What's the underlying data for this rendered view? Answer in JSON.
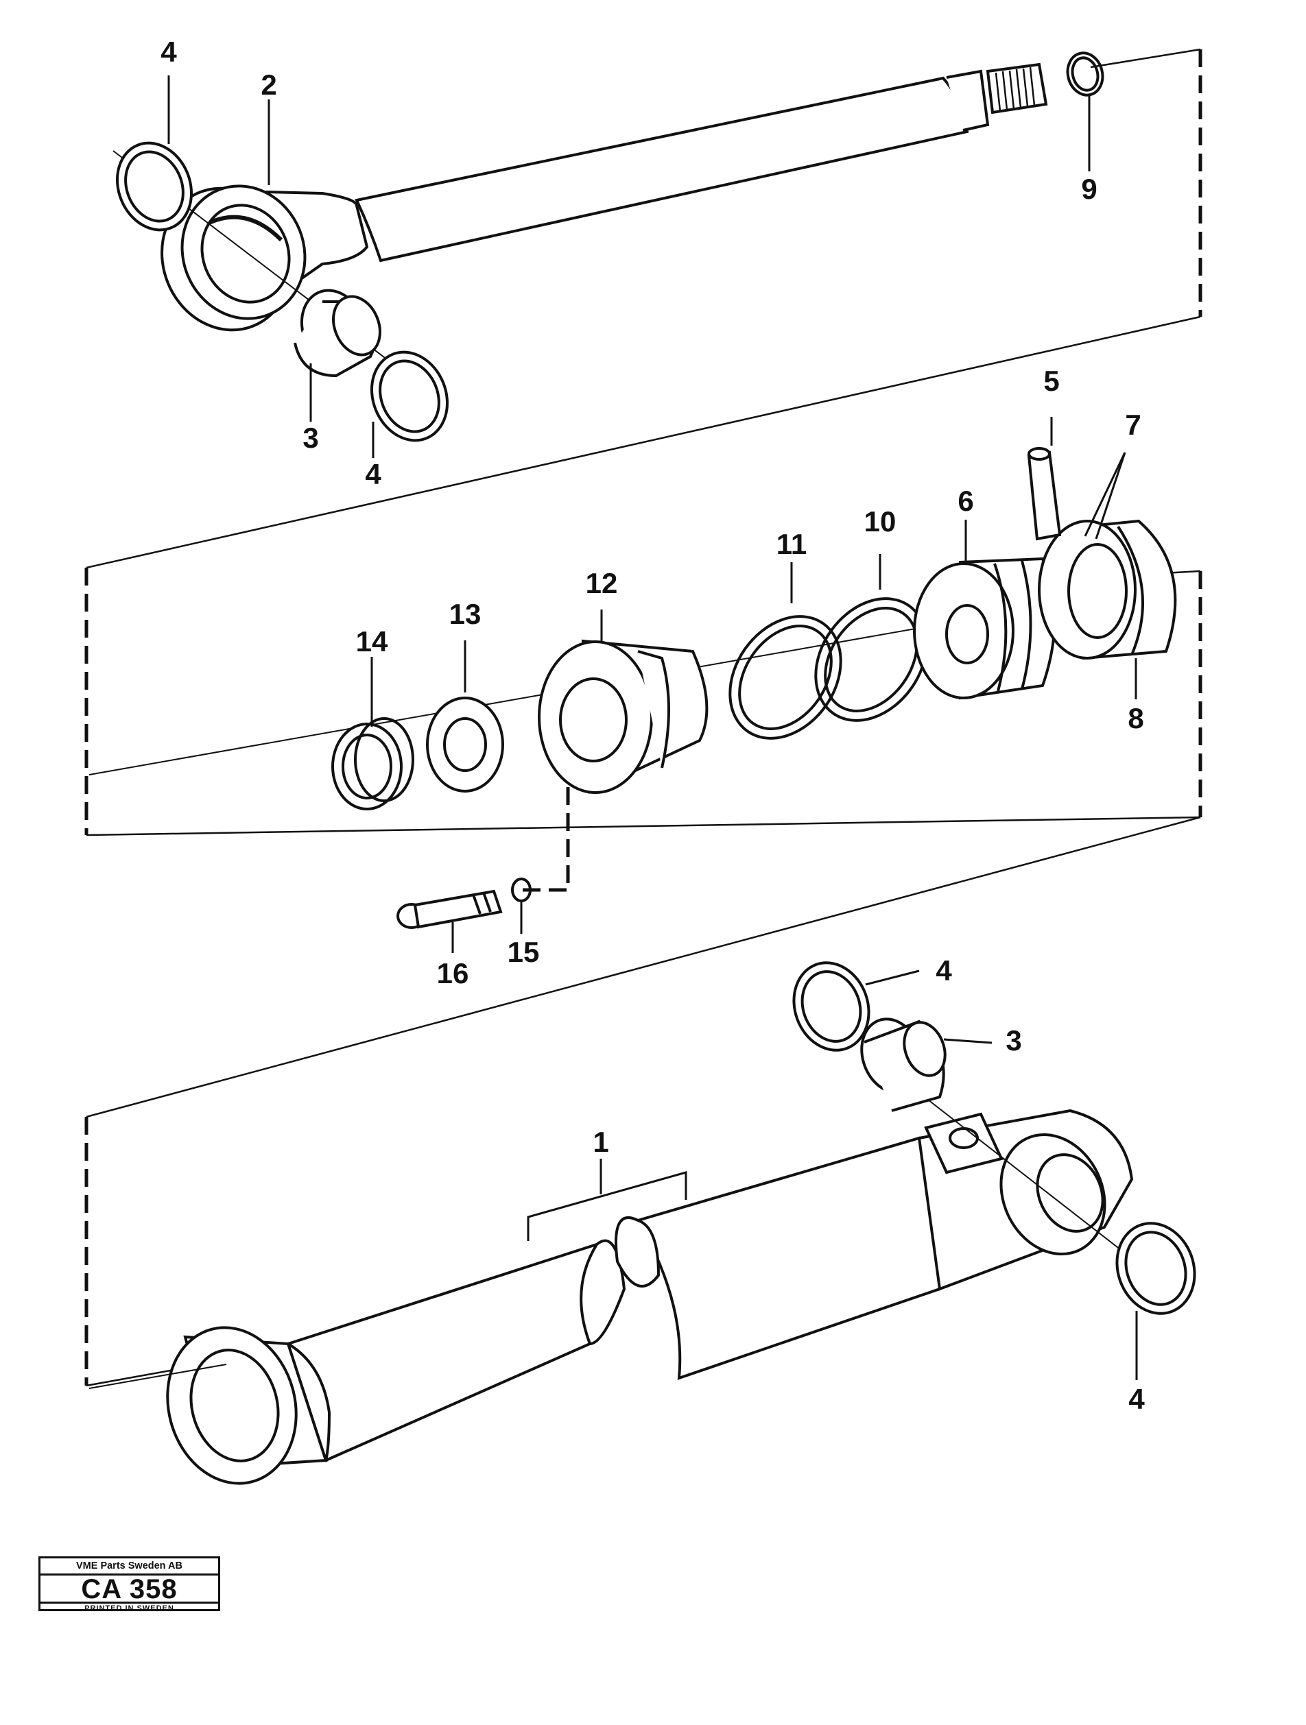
{
  "labels": {
    "p1": "1",
    "p2": "2",
    "p3": "3",
    "p4": "4",
    "p5": "5",
    "p6": "6",
    "p7": "7",
    "p8": "8",
    "p9": "9",
    "p10": "10",
    "p11": "11",
    "p12": "12",
    "p13": "13",
    "p14": "14",
    "p15": "15",
    "p16": "16"
  },
  "stamp": {
    "company": "VME Parts Sweden AB",
    "code": "CA 358",
    "printed": "PRINTED IN SWEDEN"
  }
}
